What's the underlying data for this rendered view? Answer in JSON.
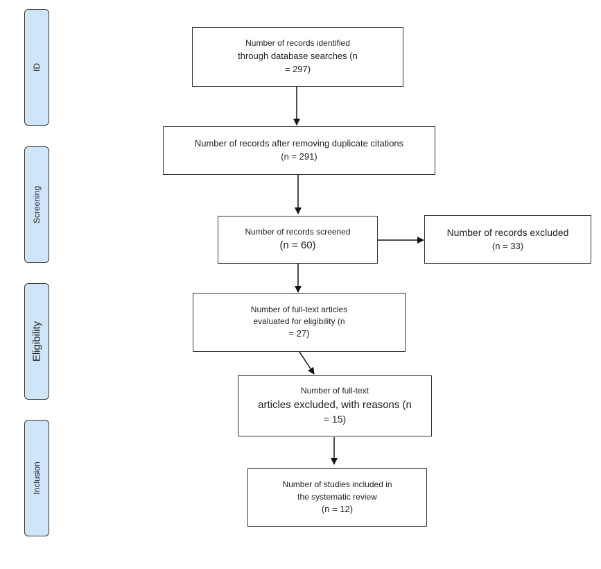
{
  "stages": [
    {
      "id": "id",
      "label": "ID"
    },
    {
      "id": "screening",
      "label": "Screening"
    },
    {
      "id": "eligibility",
      "label": "Eligibility"
    },
    {
      "id": "inclusion",
      "label": "Inclusion"
    }
  ],
  "boxes": {
    "identified": {
      "lines": [
        "Number of records identified",
        "through database searches (n",
        "= 297)"
      ]
    },
    "duplicates_removed": {
      "lines": [
        "Number of records after removing duplicate citations",
        "(n = 291)"
      ]
    },
    "screened": {
      "lines": [
        "Number of records screened",
        "(n = 60)"
      ]
    },
    "excluded": {
      "lines": [
        "Number of records excluded",
        "(n = 33)"
      ]
    },
    "fulltext_assessed": {
      "lines": [
        "Number of full-text articles",
        "evaluated for eligibility (n",
        "= 27)"
      ]
    },
    "fulltext_excluded": {
      "lines": [
        "Number of full-text",
        "articles excluded, with reasons (n",
        "= 15)"
      ]
    },
    "included": {
      "lines": [
        "Number of studies included in",
        "the systematic review",
        "(n = 12)"
      ]
    }
  },
  "colors": {
    "stage_fill": "#cfe6fa",
    "border": "#333333",
    "arrow": "#111111"
  }
}
